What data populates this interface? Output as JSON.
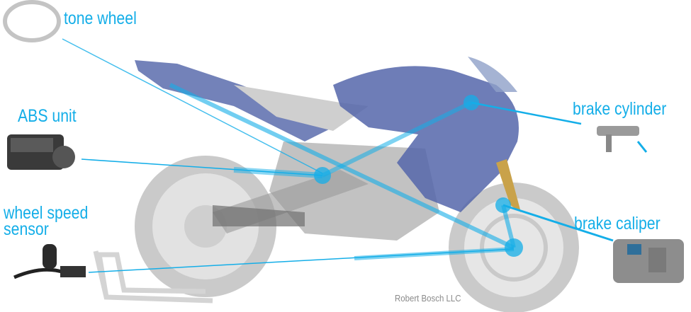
{
  "labels": {
    "tone_wheel": "tone wheel",
    "abs_unit": "ABS unit",
    "wheel_speed_sensor_1": "wheel speed",
    "wheel_speed_sensor_2": "sensor",
    "brake_cylinder": "brake cylinder",
    "brake_caliper": "brake caliper"
  },
  "credit": "Robert Bosch LLC",
  "colors": {
    "accent": "#14aee8",
    "bike": "#5a6aa8",
    "frame": "#c8c8c8"
  }
}
